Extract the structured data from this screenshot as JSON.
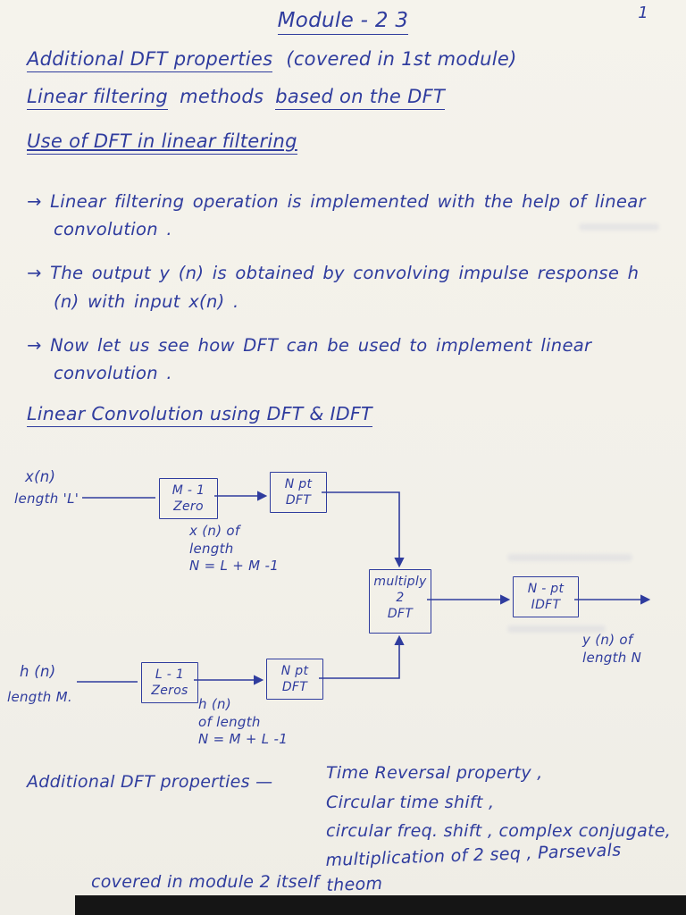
{
  "page_number": "1",
  "ink_color": "#2f3c9e",
  "header": {
    "module_title": "Module - 2 3"
  },
  "headings": {
    "h1": "Additional DFT properties",
    "h1_note": "(covered in 1st module)",
    "h2_parts": [
      "Linear filtering",
      "methods",
      "based on the DFT"
    ],
    "h3": "Use of DFT in linear filtering",
    "h4": "Linear Convolution using DFT & IDFT"
  },
  "notes": [
    "→ Linear filtering operation is implemented with the help of linear convolution .",
    "→ The output y (n) is obtained by convolving impulse response h (n) with input x(n) .",
    "→ Now let us see how DFT can be used to implement linear convolution ."
  ],
  "diagram": {
    "input1": "x(n)",
    "input1_sub": "length 'L'",
    "zero_pad_box1": "M - 1\nZero",
    "dft_box1": "N pt\nDFT",
    "note1": "x (n) of\nlength\nN = L + M -1",
    "multiply_box": "multiply\n2\nDFT",
    "idft_box": "N - pt\nIDFT",
    "output": "y (n) of\nlength N",
    "input2": "h (n)",
    "input2_sub": "length M.",
    "zero_pad_box2": "L - 1\nZeros",
    "note2": "h (n)\nof length\nN = M + L -1",
    "dft_box2": "N pt\nDFT"
  },
  "footer": {
    "lead": "Additional DFT properties —",
    "items": [
      "Time Reversal property ,",
      "Circular time shift ,",
      "circular freq. shift , complex conjugate,",
      "multiplication of 2 seq , Parsevals theom"
    ],
    "covered": "covered in module 2 itself"
  }
}
